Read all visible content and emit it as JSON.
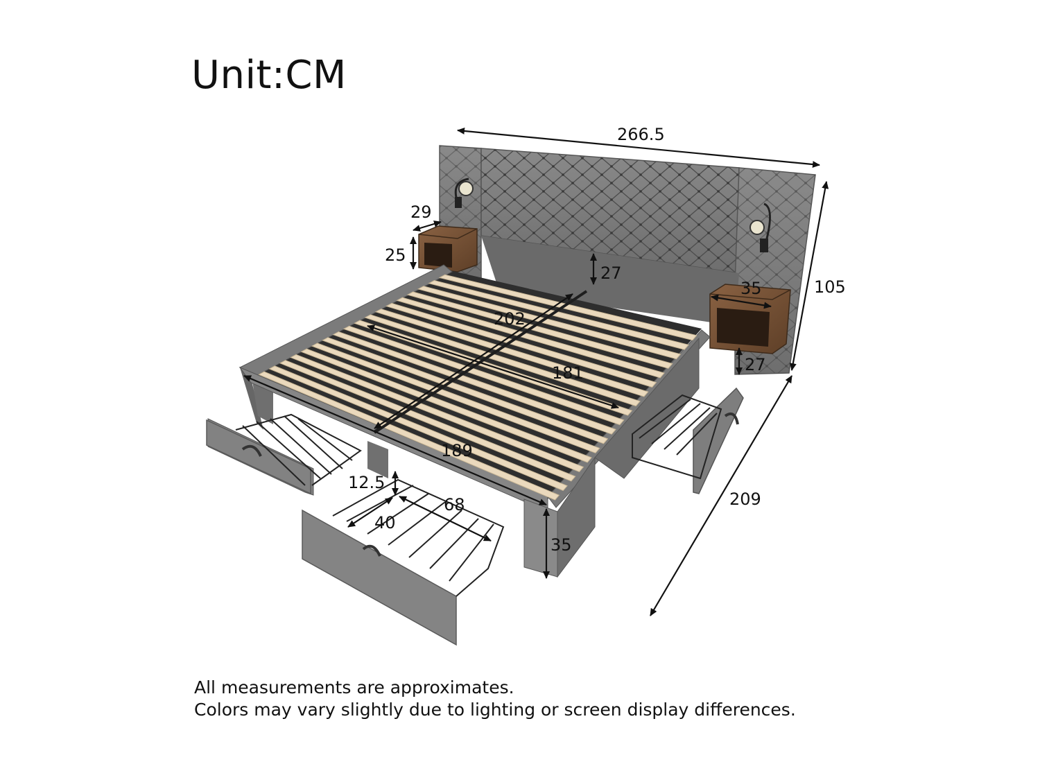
{
  "title": "Unit:CM",
  "dimensions": {
    "overall_width": "266.5",
    "overall_height": "105",
    "overall_length": "209",
    "nightstand_width": "29",
    "nightstand_height": "25",
    "nightstand_depth": "35",
    "nightstand_clearance": "27",
    "headboard_clearance": "27",
    "mattress_length": "202",
    "mattress_width": "181",
    "frame_length": "189",
    "drawer_height": "12.5",
    "drawer_length": "68",
    "drawer_width": "40",
    "leg_height": "35"
  },
  "notes": [
    "All measurements are approximates.",
    "Colors may vary slightly due to lighting or screen display differences."
  ],
  "colors": {
    "upholstery": "#7d7d7d",
    "upholstery_dark": "#5f5f5f",
    "slat": "#ead9bd",
    "wood": "#7a5537",
    "wire": "#2a2a2a",
    "dimension_line": "#111111"
  }
}
